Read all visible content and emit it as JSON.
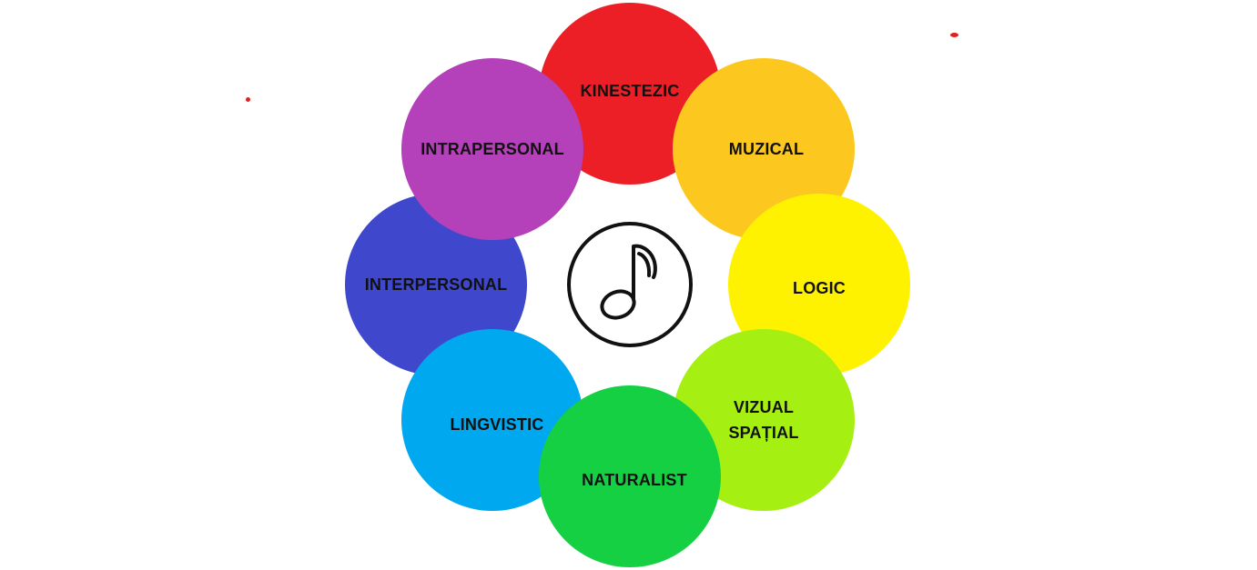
{
  "diagram": {
    "petals": [
      {
        "id": "kinestezic",
        "label": "KINESTEZIC",
        "color": "#ec1f26"
      },
      {
        "id": "muzical",
        "label": "MUZICAL",
        "color": "#fcc81f"
      },
      {
        "id": "logic",
        "label": "LOGIC",
        "color": "#fff200"
      },
      {
        "id": "vizual-spatial",
        "label_line1": "VIZUAL",
        "label_line2": "SPAȚIAL",
        "color": "#a5ef13"
      },
      {
        "id": "naturalist",
        "label": "NATURALIST",
        "color": "#16d044"
      },
      {
        "id": "lingvistic",
        "label": "LINGVISTIC",
        "color": "#00a8f0"
      },
      {
        "id": "interpersonal",
        "label": "INTERPERSONAL",
        "color": "#3f48cc"
      },
      {
        "id": "intrapersonal",
        "label": "INTRAPERSONAL",
        "color": "#b441b9"
      }
    ],
    "center_icon": "music-note-icon"
  }
}
